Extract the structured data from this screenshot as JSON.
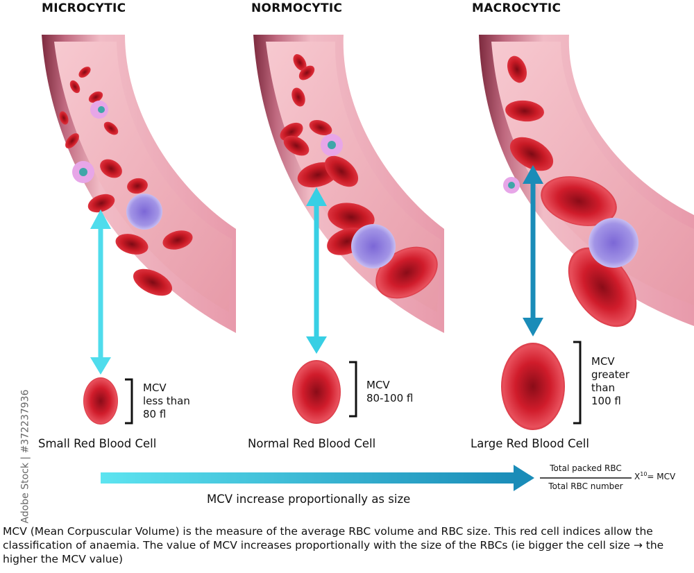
{
  "panels": [
    {
      "heading": "MICROCYTIC",
      "mcv": "MCV\nless than\n80 fl",
      "label": "Small Red Blood Cell"
    },
    {
      "heading": "NORMOCYTIC",
      "mcv": "MCV\n80-100 fl",
      "label": "Normal Red Blood Cell"
    },
    {
      "heading": "MACROCYTIC",
      "mcv": "MCV\ngreater\nthan\n100 fl",
      "label": "Large Red Blood Cell"
    }
  ],
  "axis_caption": "MCV increase proportionally as size",
  "formula": {
    "numerator": "Total packed RBC",
    "denominator": "Total RBC number",
    "multiplier": "X",
    "exponent": "10",
    "result": "= MCV"
  },
  "description": "MCV (Mean Corpuscular Volume) is the measure of the average RBC volume and RBC size. This red cell indices allow the classification of anaemia. The value of MCV increases proportionally with the size of the RBCs (ie bigger the cell size → the higher the MCV value)",
  "watermark": "Adobe Stock | #372237936",
  "colors": {
    "vessel": "#e8a2ae",
    "vessel_dark": "#8a3648",
    "rbc": "#c81a25",
    "arrow_light": "#4fdcec",
    "arrow_dark": "#1a8fb8",
    "wbc": "#9c8ce0"
  }
}
